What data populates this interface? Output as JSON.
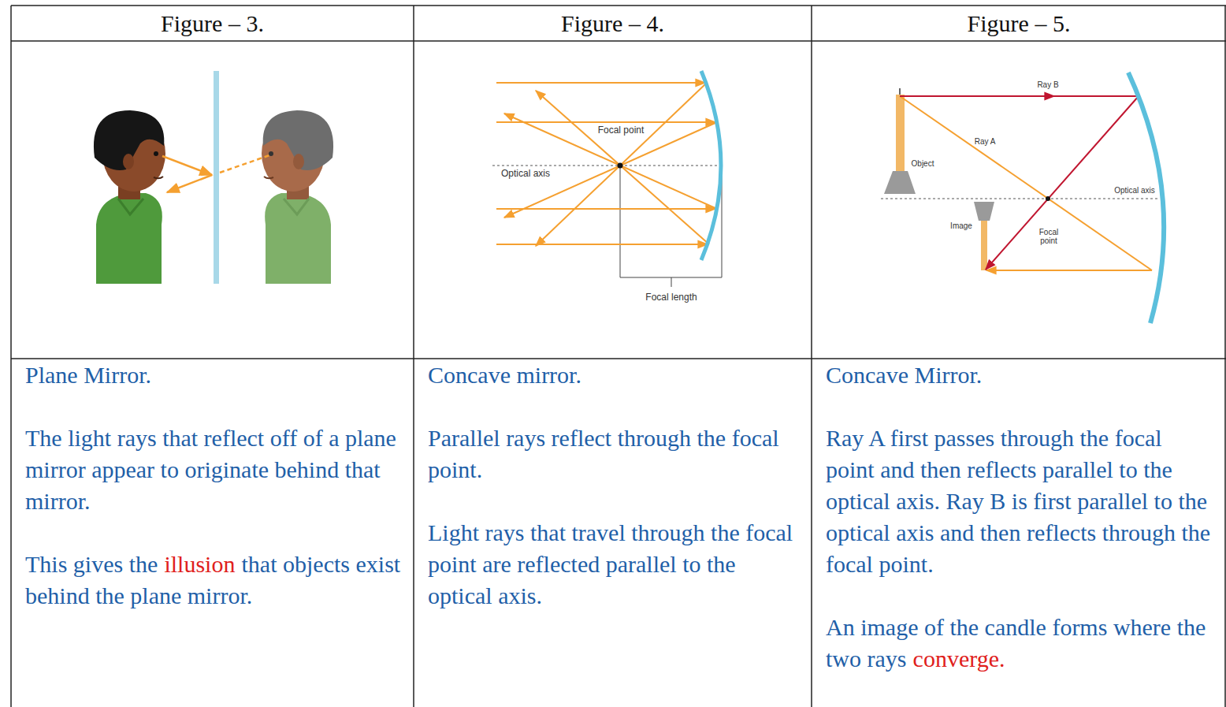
{
  "diagram": {
    "labels": [
      "Figure – 3.",
      "Figure – 4.",
      "Figure – 5.",
      "Plane Mirror.",
      "The light rays that reflect off of a plane mirror appear to originate behind that mirror.",
      "This gives the",
      "illusion",
      "that objects exist behind the plane mirror.",
      "Concave mirror.",
      "Parallel rays reflect through the focal point.",
      "Light rays that travel through the focal point are reflected parallel to the optical axis.",
      "Concave Mirror.",
      "Ray A first passes through the focal point and then reflects parallel to the optical axis. Ray B is first parallel to the optical axis and then reflects through the focal point.",
      "An image of the candle forms where the two rays",
      "converge.",
      "Focal point",
      "Optical axis",
      "Focal length",
      "Ray B",
      "Ray A",
      "Object",
      "Image",
      "Focal point",
      "Optical axis"
    ]
  }
}
